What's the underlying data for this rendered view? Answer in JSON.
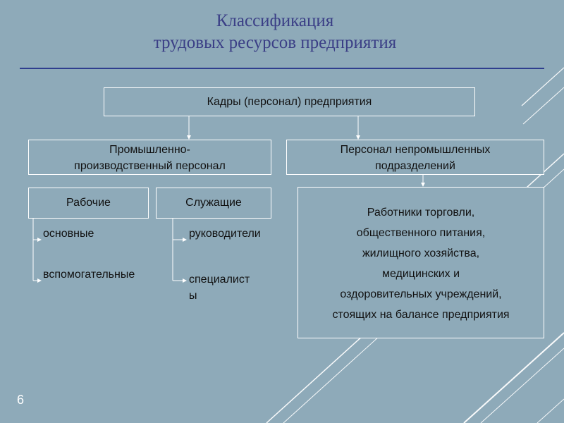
{
  "slide": {
    "title_line1": "Классификация",
    "title_line2": "трудовых ресурсов предприятия",
    "number": "6"
  },
  "diagram": {
    "root": "Кадры (персонал) предприятия",
    "industrial": {
      "line1": "Промышленно-",
      "line2": "производственный персонал"
    },
    "nonindustrial": {
      "line1": "Персонал непромышленных",
      "line2": "подразделений"
    },
    "workers": {
      "label": "Рабочие",
      "items": [
        "основные",
        "вспомогательные"
      ]
    },
    "employees": {
      "label": "Служащие",
      "items": [
        "руководители",
        "специалист",
        "ы"
      ]
    },
    "nonindustrial_staff": {
      "lines": [
        "Работники торговли,",
        "общественного питания,",
        "жилищного хозяйства,",
        "медицинских и",
        "оздоровительных учреждений,",
        "стоящих на балансе предприятия"
      ]
    }
  },
  "colors": {
    "background": "#8eaab9",
    "title": "#3b3f86",
    "rule": "#2f3e8e",
    "box_border": "#ffffff"
  }
}
